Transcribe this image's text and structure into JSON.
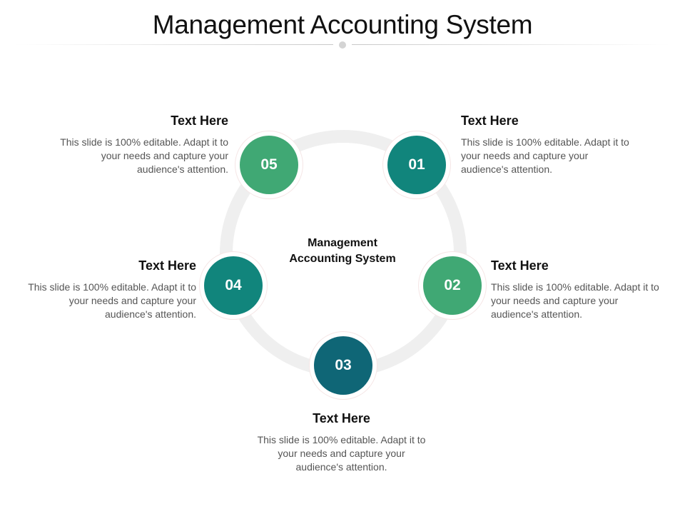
{
  "title": "Management Accounting System",
  "center_label": {
    "line1": "Management",
    "line2": "Accounting System"
  },
  "colors": {
    "teal": "#11857c",
    "green": "#40a874",
    "dark_teal": "#0f6676",
    "ring": "#efefef"
  },
  "steps": [
    {
      "number": "01",
      "heading": "Text Here",
      "body": "This slide is 100% editable. Adapt it to your needs and capture your audience's attention."
    },
    {
      "number": "02",
      "heading": "Text Here",
      "body": "This slide is 100% editable. Adapt it to your needs and capture your audience's attention."
    },
    {
      "number": "03",
      "heading": "Text Here",
      "body": "This slide is 100% editable. Adapt it to your needs and capture your audience's attention."
    },
    {
      "number": "04",
      "heading": "Text Here",
      "body": "This slide is 100% editable. Adapt it to your needs and capture your audience's attention."
    },
    {
      "number": "05",
      "heading": "Text Here",
      "body": "This slide is 100% editable. Adapt it to your needs and capture your audience's attention."
    }
  ]
}
